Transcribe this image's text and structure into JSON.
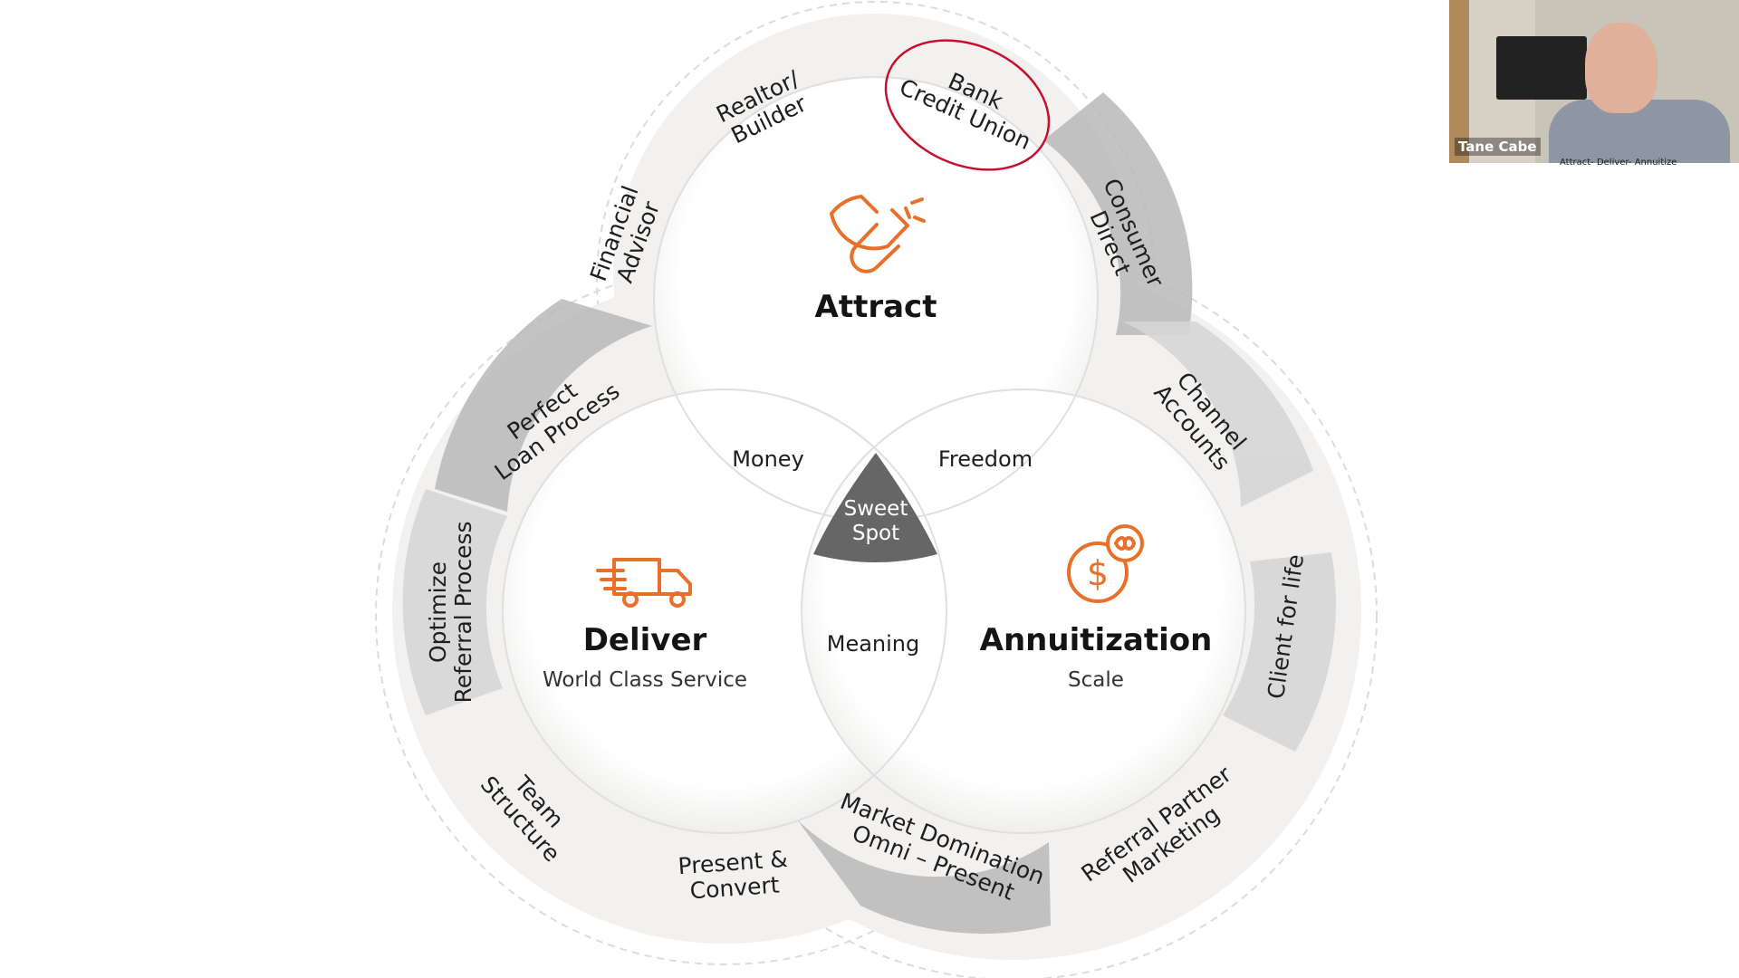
{
  "diagram": {
    "circles": {
      "attract": {
        "title": "Attract",
        "icon": "magnet-icon"
      },
      "deliver": {
        "title": "Deliver",
        "subtitle": "World Class Service",
        "icon": "delivery-truck-icon"
      },
      "annuitization": {
        "title": "Annuitization",
        "subtitle": "Scale",
        "icon": "dollar-infinity-icon"
      }
    },
    "overlaps": {
      "money": "Money",
      "freedom": "Freedom",
      "meaning": "Meaning",
      "sweet_spot": [
        "Sweet",
        "Spot"
      ]
    },
    "segments": [
      {
        "id": "realtor",
        "lines": [
          "Realtor/",
          "Builder"
        ]
      },
      {
        "id": "bank",
        "lines": [
          "Bank",
          "Credit Union"
        ]
      },
      {
        "id": "consumer",
        "lines": [
          "Consumer",
          "Direct"
        ]
      },
      {
        "id": "channel",
        "lines": [
          "Channel",
          "Accounts"
        ]
      },
      {
        "id": "client",
        "lines": [
          "Client for life"
        ]
      },
      {
        "id": "referral-partner",
        "lines": [
          "Referral Partner",
          "Marketing"
        ]
      },
      {
        "id": "market",
        "lines": [
          "Market Domination",
          "Omni – Present"
        ]
      },
      {
        "id": "present",
        "lines": [
          "Present &",
          "Convert"
        ]
      },
      {
        "id": "team",
        "lines": [
          "Team",
          "Structure"
        ]
      },
      {
        "id": "optimize",
        "lines": [
          "Optimize",
          "Referral Process"
        ]
      },
      {
        "id": "perfect",
        "lines": [
          "Perfect",
          "Loan Process"
        ]
      },
      {
        "id": "financial",
        "lines": [
          "Financial",
          "Advisor"
        ]
      }
    ],
    "highlight_color": "#c8102e",
    "accent_color": "#e8702a"
  },
  "video": {
    "participant_name": "Tane Cabe",
    "caption": "Attract- Deliver- Annuitize"
  }
}
